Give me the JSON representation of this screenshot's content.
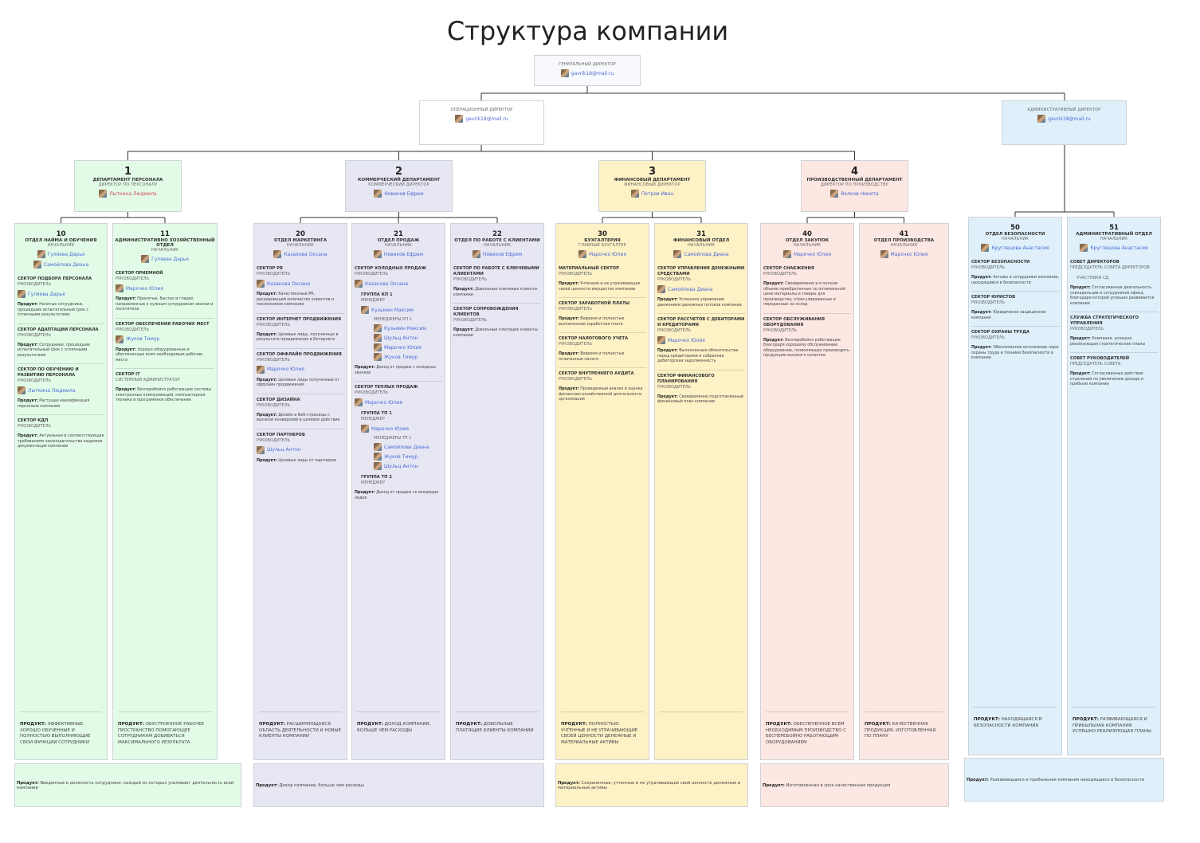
{
  "title": "Структура компании",
  "colors": {
    "green": "#e2fbe6",
    "purple": "#e6e7f3",
    "yellow": "#fdf1c6",
    "pink": "#fde7e2",
    "blue": "#dff0fa",
    "line": "#333333"
  },
  "gd": {
    "role": "ГЕНЕРАЛЬНЫЙ ДИРЕКТОР",
    "name": "gavrik18@mail.ru"
  },
  "od": {
    "role": "ОПЕРАЦИОННЫЙ ДИРЕКТОР",
    "name": "gavrik18@mail.ru"
  },
  "ad": {
    "role": "АДМИНИСТРАТИВНЫЙ ДИРЕКТОР",
    "name": "gavrik18@mail.ru"
  },
  "departments": [
    {
      "num": "1",
      "name": "ДЕПАРТАМЕНТ ПЕРСОНАЛА",
      "role": "ДИРЕКТОР ПО ПЕРСОНАЛУ",
      "person": "Лыткина Людмила",
      "product": "Введенные в должность сотрудники, каждый из которых усиливает деятельность всей компании",
      "columns": [
        {
          "num": "10",
          "name": "ОТДЕЛ НАЙМА И ОБУЧЕНИЯ",
          "role": "НАЧАЛЬНИК",
          "persons": [
            "Гуляева Дарья",
            "Самойлова Диана"
          ],
          "product": "ЭФФЕКТИВНЫЕ, ХОРОШО ОБУЧЕННЫЕ И ПОЛНОСТЬЮ ВЫПОЛНЯЮЩИЕ СВОИ ФУНКЦИИ СОТРУДНИКИ",
          "sectors": [
            {
              "title": "СЕКТОР ПОДБОРА ПЕРСОНАЛА",
              "role": "РУКОВОДИТЕЛЬ",
              "person": "Гуляева Дарья",
              "product": "Нанятые сотрудники, прошедшие испытательный срок с отличными результатами"
            },
            {
              "title": "СЕКТОР АДАПТАЦИИ ПЕРСОНАЛА",
              "role": "РУКОВОДИТЕЛЬ",
              "product": "Сотрудники, прошедшие испытательный срок с отличными результатами"
            },
            {
              "title": "СЕКТОР ПО ОБУЧЕНИЮ И РАЗВИТИЮ ПЕРСОНАЛА",
              "role": "РУКОВОДИТЕЛЬ",
              "person": "Лыткина Людмила",
              "product": "Растущая квалификация персонала компании"
            },
            {
              "title": "СЕКТОР КДП",
              "role": "РУКОВОДИТЕЛЬ",
              "product": "Актуальная и соответствующая требованиям законодательства кадровая документация компании"
            }
          ]
        },
        {
          "num": "11",
          "name": "АДМИНИСТРАТИВНО ХОЗЯЙСТВЕННЫЙ ОТДЕЛ",
          "role": "НАЧАЛЬНИК",
          "persons": [
            "Гуляева Дарья"
          ],
          "product": "ОБУСТРОЕННОЕ РАБОЧЕЕ ПРОСТРАНСТВО ПОМОГАЮЩЕЕ СОТРУДНИКАМ ДОБИВАТЬСЯ МАКСИМАЛЬНОГО РЕЗУЛЬТАТА",
          "sectors": [
            {
              "title": "СЕКТОР ПРИЕМНОЙ",
              "role": "РУКОВОДИТЕЛЬ",
              "person": "Марочко Юлия",
              "product": "Принятые, быстро и гладко направленные к нужным сотрудникам звонки и посетители"
            },
            {
              "title": "СЕКТОР ОБЕСПЕЧЕНИЯ РАБОЧИХ МЕСТ",
              "role": "РУКОВОДИТЕЛЬ",
              "person": "Жуков Тимур",
              "product": "Хорошо оборудованные и обеспеченные всем необходимым рабочие места"
            },
            {
              "title": "СЕКТОР IT",
              "role": "СИСТЕМНЫЙ АДМИНИСТРАТОР",
              "product": "Бесперебойно работающие системы электронных коммуникаций, компьютерная техника и программное обеспечение"
            }
          ]
        }
      ]
    },
    {
      "num": "2",
      "name": "КОММЕРЧЕСКИЙ ДЕПАРТАМЕНТ",
      "role": "КОММЕРЧЕСКИЙ ДИРЕКТОР",
      "person": "Новиков Ефрем",
      "product": "Доход компании, больше чем расходы",
      "columns": [
        {
          "num": "20",
          "name": "ОТДЕЛ МАРКЕТИНГА",
          "role": "НАЧАЛЬНИК",
          "persons": [
            "Казакова Оксана"
          ],
          "product": "РАСШИРЯЮЩАЯСЯ ОБЛАСТЬ ДЕЯТЕЛЬНОСТИ И НОВЫЕ КЛИЕНТЫ КОМПАНИИ",
          "sectors": [
            {
              "title": "СЕКТОР PR",
              "role": "РУКОВОДИТЕЛЬ",
              "person": "Казакова Оксана",
              "product": "Качественный PR, расширяющий количество клиентов и поклонников компании"
            },
            {
              "title": "СЕКТОР ИНТЕРНЕТ ПРОДВИЖЕНИЯ",
              "role": "РУКОВОДИТЕЛЬ",
              "product": "Целевые лиды, полученные в результате продвижения в Интернете"
            },
            {
              "title": "СЕКТОР ОФФЛАЙН ПРОДВИЖЕНИЯ",
              "role": "РУКОВОДИТЕЛЬ",
              "person": "Марочко Юлия",
              "product": "Целевые лиды полученные от оффлайн продвижения"
            },
            {
              "title": "СЕКТОР ДИЗАЙНА",
              "role": "РУКОВОДИТЕЛЬ",
              "product": "Дизайн и Веб-страницы с высокой конверсией в целевое действие"
            },
            {
              "title": "СЕКТОР ПАРТНЕРОВ",
              "role": "РУКОВОДИТЕЛЬ",
              "person": "Шульц Антон",
              "product": "Целевые лиды от партнеров"
            }
          ]
        },
        {
          "num": "21",
          "name": "ОТДЕЛ ПРОДАЖ",
          "role": "НАЧАЛЬНИК",
          "persons": [
            "Новиков Ефрем"
          ],
          "product": "ДОХОД КОМПАНИИ, БОЛЬШЕ ЧЕМ РАСХОДЫ",
          "sectors": [
            {
              "title": "СЕКТОР ХОЛОДНЫХ ПРОДАЖ",
              "role": "РУКОВОДИТЕЛЬ",
              "person": "Казакова Оксана",
              "groups": [
                {
                  "title": "ГРУППА КП 1",
                  "role": "МЕНЕДЖЕР",
                  "person": "Кузьмин Максим",
                  "mgr_label": "МЕНЕДЖЕРЫ КП 1",
                  "managers": [
                    "Кузьмин Максим",
                    "Шульц Антон",
                    "Марочко Юлия",
                    "Жуков Тимур"
                  ]
                }
              ],
              "product": "Доход от продаж с холодных звонков"
            },
            {
              "title": "СЕКТОР ТЕПЛЫХ ПРОДАЖ",
              "role": "РУКОВОДИТЕЛЬ",
              "person": "Марочко Юлия",
              "groups": [
                {
                  "title": "ГРУППА ТП 1",
                  "role": "МЕНЕДЖЕР",
                  "person": "Марочко Юлия",
                  "mgr_label": "МЕНЕДЖЕРЫ ТП 1",
                  "managers": [
                    "Самойлова Диана",
                    "Жуков Тимур",
                    "Шульц Антон"
                  ]
                },
                {
                  "title": "ГРУППА ТП 2",
                  "role": "МЕНЕДЖЕР"
                }
              ],
              "product": "Доход от продаж со входящих лидов"
            }
          ]
        },
        {
          "num": "22",
          "name": "ОТДЕЛ ПО РАБОТЕ С КЛИЕНТАМИ",
          "role": "НАЧАЛЬНИК",
          "persons": [
            "Новиков Ефрем"
          ],
          "product": "ДОВОЛЬНЫЕ ПЛАТЯЩИЕ КЛИЕНТЫ КОМПАНИИ",
          "sectors": [
            {
              "title": "СЕКТОР ПО РАБОТЕ С КЛЮЧЕВЫМИ КЛИЕНТАМИ",
              "role": "РУКОВОДИТЕЛЬ",
              "product": "Довольные ключевые клиенты компании"
            },
            {
              "title": "СЕКТОР СОПРОВОЖДЕНИЯ КЛИЕНТОВ",
              "role": "РУКОВОДИТЕЛЬ",
              "product": "Довольные платящие клиенты компании"
            }
          ]
        }
      ]
    },
    {
      "num": "3",
      "name": "ФИНАНСОВЫЙ ДЕПАРТАМЕНТ",
      "role": "ФИНАНСОВЫЙ ДИРЕКТОР",
      "person": "Петров Иван",
      "product": "Сохраненные, учтенные и не утрачивающие свой ценности денежные и материальные активы",
      "columns": [
        {
          "num": "30",
          "name": "БУХГАЛТЕРИЯ",
          "role": "ГЛАВНЫЙ БУХГАЛТЕР",
          "persons": [
            "Марочко Юлия"
          ],
          "product": "ПОЛНОСТЬЮ УЧТЕННЫЕ И НЕ УТРАЧИВАЮЩИЕ СВОЕЙ ЦЕННОСТИ ДЕНЕЖНЫЕ И МАТЕРИАЛЬНЫЕ АКТИВЫ",
          "sectors": [
            {
              "title": "МАТЕРИАЛЬНЫЙ СЕКТОР",
              "role": "РУКОВОДИТЕЛЬ",
              "product": "Учтенное и не утрачивающее своей ценности имущество компании"
            },
            {
              "title": "СЕКТОР ЗАРАБОТНОЙ ПЛАТЫ",
              "role": "РУКОВОДИТЕЛЬ",
              "product": "Вовремя и полностью выплаченная заработная плата"
            },
            {
              "title": "СЕКТОР НАЛОГОВОГО УЧЕТА",
              "role": "РУКОВОДИТЕЛЬ",
              "product": "Вовремя и полностью оплаченные налоги"
            },
            {
              "title": "СЕКТОР ВНУТРЕННЕГО АУДИТА",
              "role": "РУКОВОДИТЕЛЬ",
              "product": "Проведенный анализ и оценка финансово-хозяйственной деятельности организации"
            }
          ]
        },
        {
          "num": "31",
          "name": "ФИНАНСОВЫЙ ОТДЕЛ",
          "role": "НАЧАЛЬНИК",
          "persons": [
            "Самойлова Диана"
          ],
          "product": "",
          "sectors": [
            {
              "title": "СЕКТОР УПРАВЛЕНИЯ ДЕНЕЖНЫМИ СРЕДСТВАМИ",
              "role": "РУКОВОДИТЕЛЬ",
              "person": "Самойлова Диана",
              "product": "Успешное управление движением денежных потоков компании"
            },
            {
              "title": "СЕКТОР РАССЧЕТОВ С ДЕБИТОРАМИ И КРЕДИТОРАМИ",
              "role": "РУКОВОДИТЕЛЬ",
              "person": "Марочко Юлия",
              "product": "Выполненные обязательства перед кредиторами и собранная дебиторская задолженность"
            },
            {
              "title": "СЕКТОР ФИНАНСОВОГО ПЛАНИРОВАНИЯ",
              "role": "РУКОВОДИТЕЛЬ",
              "product": "Своевременно подготовленный финансовый план компании"
            }
          ]
        }
      ]
    },
    {
      "num": "4",
      "name": "ПРОИЗВОДСТВЕННЫЙ ДЕПАРТАМЕНТ",
      "role": "ДИРЕКТОР ПО ПРОИЗВОДСТВУ",
      "person": "Волков Никита",
      "product": "Изготовленная в срок качественная продукция",
      "columns": [
        {
          "num": "40",
          "name": "ОТДЕЛ ЗАКУПОК",
          "role": "НАЧАЛЬНИК",
          "persons": [
            "Марочко Юлия"
          ],
          "product": "ОБЕСПЕЧЕННОЕ ВСЕМ НЕОБХОДИМЫМ ПРОИЗВОДСТВО С БЕСПЕРЕБОЙНО РАБОТАЮЩИМ ОБОРУДОВАНИЕМ",
          "sectors": [
            {
              "title": "СЕКТОР СНАБЖЕНИЯ",
              "role": "РУКОВОДИТЕЛЬ",
              "product": "Своевременно и в полном объеме приобретенные по оптимальной цене материалы и товары для производства, отрегулированные и переданные на склад"
            },
            {
              "title": "СЕКТОР ОБСЛУЖИВАНИЯ ОБОРУДОВАНИЯ",
              "role": "РУКОВОДИТЕЛЬ",
              "product": "Бесперебойно работающее благодаря хорошему обслуживанию оборудование, позволяющее производить продукцию высокого качества"
            }
          ]
        },
        {
          "num": "41",
          "name": "ОТДЕЛ ПРОИЗВОДСТВА",
          "role": "НАЧАЛЬНИК",
          "persons": [
            "Марочко Юлия"
          ],
          "product": "КАЧЕСТВЕННАЯ ПРОДУКЦИЯ, ИЗГОТОВЛЕННАЯ ПО ПЛАНУ",
          "sectors": []
        }
      ]
    },
    {
      "num": "",
      "name": "",
      "role": "",
      "person": "",
      "product": "Развивающаяся и прибыльная компания находящаяся в безопасности",
      "columns": [
        {
          "num": "50",
          "name": "ОТДЕЛ БЕЗОПАСНОСТИ",
          "role": "НАЧАЛЬНИК",
          "persons": [
            "Круглецова Анастасия"
          ],
          "product": "НАХОДЯЩАЯСЯ В БЕЗОПАСНОСТИ КОМПАНИЯ",
          "sectors": [
            {
              "title": "СЕКТОР БЕЗОПАСНОСТИ",
              "role": "РУКОВОДИТЕЛЬ",
              "product": "Активы и сотрудники компании, находящиеся в безопасности"
            },
            {
              "title": "СЕКТОР ЮРИСТОВ",
              "role": "РУКОВОДИТЕЛЬ",
              "product": "Юридически защищенная компания"
            },
            {
              "title": "СЕКТОР ОХРАНЫ ТРУДА",
              "role": "РУКОВОДИТЕЛЬ",
              "product": "Обеспеченное исполнение норм охраны труда и техники безопасности в компании"
            }
          ]
        },
        {
          "num": "51",
          "name": "АДМИНИСТРАТИВНЫЙ ОТДЕЛ",
          "role": "НАЧАЛЬНИК",
          "persons": [
            "Круглецова Анастасия"
          ],
          "product": "РАЗВИВАЮЩАЯСЯ И ПРИБЫЛЬНАЯ КОМПАНИЯ УСПЕШНО РЕАЛИЗУЮЩАЯ ПЛАНЫ",
          "sectors": [
            {
              "title": "СОВЕТ ДИРЕКТОРОВ",
              "role": "ПРЕДСЕДАТЕЛЬ СОВЕТА ДИРЕКТОРОВ",
              "extra": "УЧАСТНИКИ СД",
              "product": "Согласованная деятельность совладельцев и сотрудников офиса, благодаря которой успешно развивается компания"
            },
            {
              "title": "СЛУЖБА СТРАТЕГИЧЕСКОГО УПРАВЛЕНИЯ",
              "role": "РУКОВОДИТЕЛЬ",
              "product": "Компания, успешно реализующая стратегические планы"
            },
            {
              "title": "СОВЕТ РУКОВОДИТЕЛЕЙ",
              "role": "ПРЕДСЕДАТЕЛЬ СОВЕТА",
              "product": "Согласованные действия отделений по увеличению дохода и прибыли компании"
            }
          ]
        }
      ]
    }
  ],
  "labels": {
    "product": "Продукт:",
    "product_caps": "ПРОДУКТ:"
  }
}
